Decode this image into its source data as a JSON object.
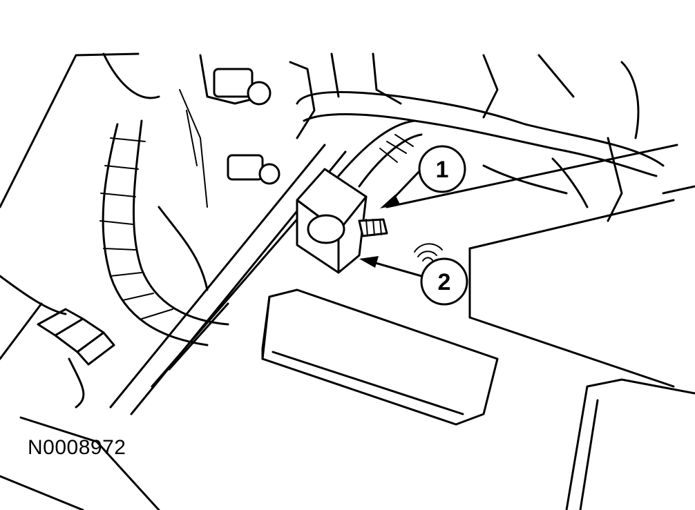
{
  "figure": {
    "code": "N0008972",
    "callouts": [
      {
        "number": "1"
      },
      {
        "number": "2"
      }
    ]
  }
}
